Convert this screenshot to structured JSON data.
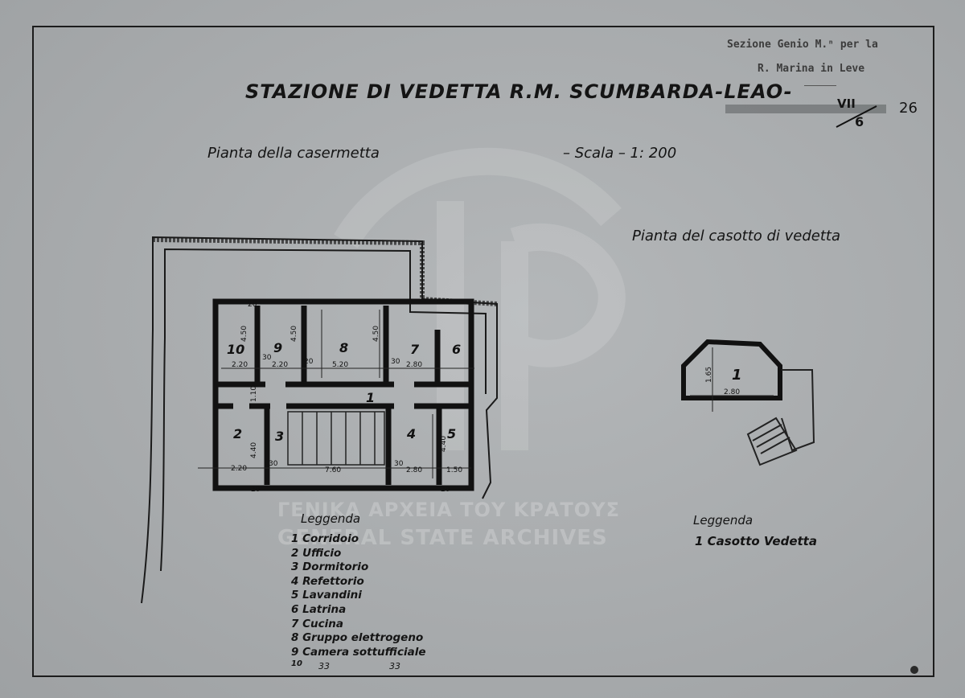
{
  "header": {
    "stamp_line1": "Sezione Genio M.ⁿ per la",
    "stamp_line2": "R. Marina in Leve",
    "folio_top": "VII",
    "folio_bottom": "6",
    "folio_number": "26"
  },
  "title": "STAZIONE DI VEDETTA R.M. SCUMBARDA-LEAO-",
  "subtitle_left": "Pianta della casermetta",
  "scale_text": "– Scala – 1: 200",
  "subtitle_right": "Pianta del casotto di vedetta",
  "watermark": {
    "line1": "ΓΕΝΙΚΑ ΑΡΧΕΙΑ ΤΟΥ ΚΡΑΤΟΥΣ",
    "line2": "GENERAL STATE ARCHIVES"
  },
  "plan_labels": {
    "rooms": [
      "1",
      "2",
      "3",
      "4",
      "5",
      "6",
      "7",
      "8",
      "9",
      "10"
    ],
    "dims": {
      "d450a": "4.50",
      "d450b": "4.50",
      "d450c": "4.50",
      "d220a": "2.20",
      "d220b": "2.20",
      "d220c": "2.20",
      "d520": "5.20",
      "d280a": "2.80",
      "d280b": "2.80",
      "d440a": "4.40",
      "d440b": "4.40",
      "d760": "7.60",
      "d150": "1.50",
      "d30a": "30",
      "d30b": "30",
      "d30c": "30",
      "d30d": "30",
      "d20a": "20",
      "d20b": "20",
      "d20c": "20",
      "d20d": "20",
      "d110": "1.10"
    }
  },
  "hut_labels": {
    "room": "1",
    "width": "2.80",
    "height": "1.65"
  },
  "legend_left": {
    "heading": "Leggenda",
    "items": [
      "1 Corridoio",
      "2 Ufficio",
      "3 Dormitorio",
      "4 Refettorio",
      "5 Lavandini",
      "6 Latrina",
      "7 Cucina",
      "8 Gruppo elettrogeno",
      "9 Camera sottufficiale",
      "10"
    ],
    "footer_marks": [
      "33",
      "33"
    ]
  },
  "legend_right": {
    "heading": "Leggenda",
    "items": [
      "1 Casotto Vedetta"
    ]
  }
}
